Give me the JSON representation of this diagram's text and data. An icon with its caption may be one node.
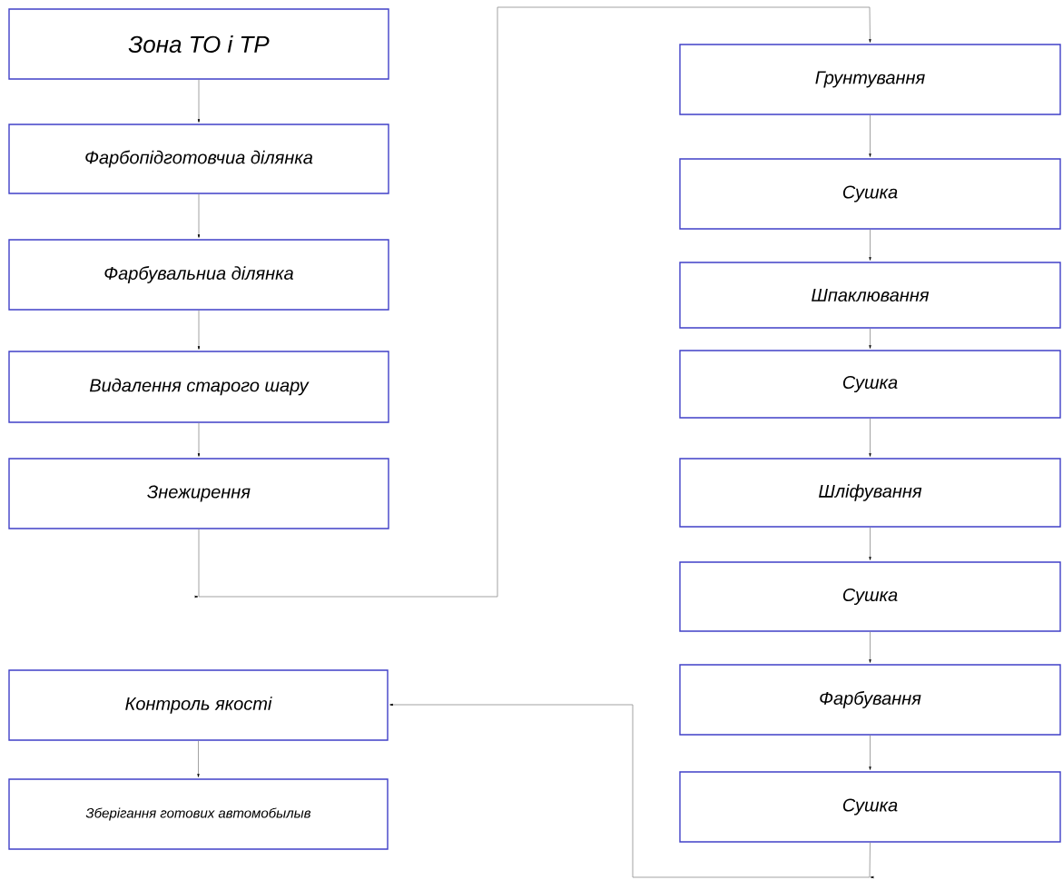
{
  "diagram": {
    "nodes": [
      {
        "text": [
          "Зона ТО і ТР"
        ]
      },
      {
        "text": [
          "Фарбопідготовчиа ділянка"
        ]
      },
      {
        "text": [
          "Фарбувальниа ділянка"
        ]
      },
      {
        "text": [
          "Видалення старого шару"
        ]
      },
      {
        "text": [
          "Знежирення"
        ]
      },
      {
        "text": [
          "Грунтування"
        ]
      },
      {
        "text": [
          "Сушка"
        ]
      },
      {
        "text": [
          "Шпаклювання"
        ]
      },
      {
        "text": [
          "Сушка"
        ]
      },
      {
        "text": [
          "Шліфування"
        ]
      },
      {
        "text": [
          "Сушка"
        ]
      },
      {
        "text": [
          "Фарбування"
        ]
      },
      {
        "text": [
          "Сушка"
        ]
      },
      {
        "text": [
          "Контроль якості"
        ]
      },
      {
        "text": [
          "Зберігання готових автомобылыв"
        ]
      }
    ],
    "edges": [
      {
        "from": 0,
        "to": 1,
        "arrow": "to"
      },
      {
        "from": 1,
        "to": 2,
        "arrow": "to"
      },
      {
        "from": 2,
        "to": 3,
        "arrow": "to"
      },
      {
        "from": 3,
        "to": 4,
        "arrow": "to"
      },
      {
        "from": 4,
        "to": 5,
        "arrow": "to"
      },
      {
        "from": 5,
        "to": 6,
        "arrow": "to"
      },
      {
        "from": 6,
        "to": 7,
        "arrow": "to"
      },
      {
        "from": 7,
        "to": 8,
        "arrow": "to"
      },
      {
        "from": 8,
        "to": 9,
        "arrow": "to"
      },
      {
        "from": 9,
        "to": 10,
        "arrow": "to"
      },
      {
        "from": 10,
        "to": 11,
        "arrow": "to"
      },
      {
        "from": 11,
        "to": 12,
        "arrow": "to"
      },
      {
        "from": 12,
        "to": 13,
        "arrow": "to"
      },
      {
        "from": 13,
        "to": 14,
        "arrow": "to"
      }
    ]
  }
}
